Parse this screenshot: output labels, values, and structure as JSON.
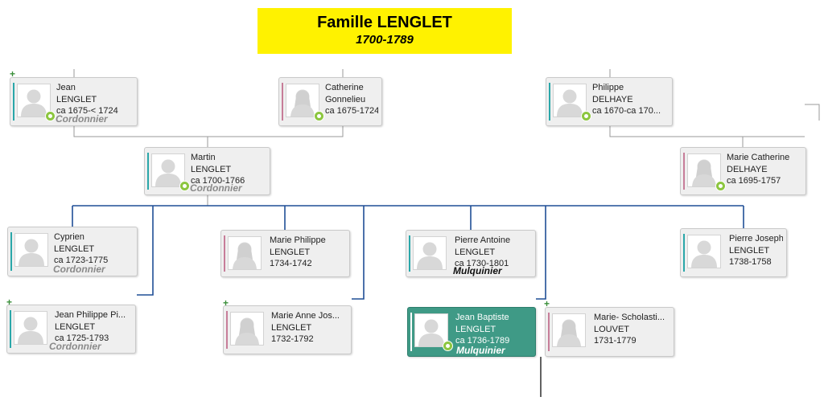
{
  "title": {
    "main": "Famille LENGLET",
    "years": "1700-1789"
  },
  "people": {
    "jean": {
      "first": "Jean",
      "last": "LENGLET",
      "dates": "ca 1675-< 1724",
      "occupation": "Cordonnier"
    },
    "catherine": {
      "first": "Catherine",
      "last": "Gonnelieu",
      "dates": "ca 1675-1724"
    },
    "philippe": {
      "first": "Philippe",
      "last": "DELHAYE",
      "dates": "ca 1670-ca 170..."
    },
    "martin": {
      "first": "Martin",
      "last": "LENGLET",
      "dates": "ca 1700-1766",
      "occupation": "Cordonnier"
    },
    "marie_catherine": {
      "first": "Marie Catherine",
      "last": "DELHAYE",
      "dates": "ca 1695-1757"
    },
    "cyprien": {
      "first": "Cyprien",
      "last": "LENGLET",
      "dates": "ca 1723-1775",
      "occupation": "Cordonnier"
    },
    "marie_philippe": {
      "first": "Marie Philippe",
      "last": "LENGLET",
      "dates": "1734-1742"
    },
    "pierre_antoine": {
      "first": "Pierre Antoine",
      "last": "LENGLET",
      "dates": "ca 1730-1801",
      "occupation": "Mulquinier"
    },
    "pierre_joseph": {
      "first": "Pierre Joseph",
      "last": "LENGLET",
      "dates": "1738-1758"
    },
    "jean_philippe": {
      "first": "Jean Philippe Pi...",
      "last": "LENGLET",
      "dates": "ca 1725-1793",
      "occupation": "Cordonnier"
    },
    "marie_anne": {
      "first": "Marie Anne Jos...",
      "last": "LENGLET",
      "dates": "1732-1792"
    },
    "jean_baptiste": {
      "first": "Jean Baptiste",
      "last": "LENGLET",
      "dates": "ca 1736-1789",
      "occupation": "Mulquinier"
    },
    "marie_scholastique": {
      "first": "Marie- Scholasti...",
      "last": "LOUVET",
      "dates": "1731-1779"
    }
  },
  "colors": {
    "title_bg": "#fff200",
    "selected": "#3f9a86",
    "male": "#2aa7a9",
    "female": "#c77d99",
    "link": "#1f4e96",
    "badge": "#8cc63f"
  },
  "icons": {
    "expand": "plus-icon",
    "avatar": "silhouette-icon",
    "badge": "record-badge-icon"
  }
}
